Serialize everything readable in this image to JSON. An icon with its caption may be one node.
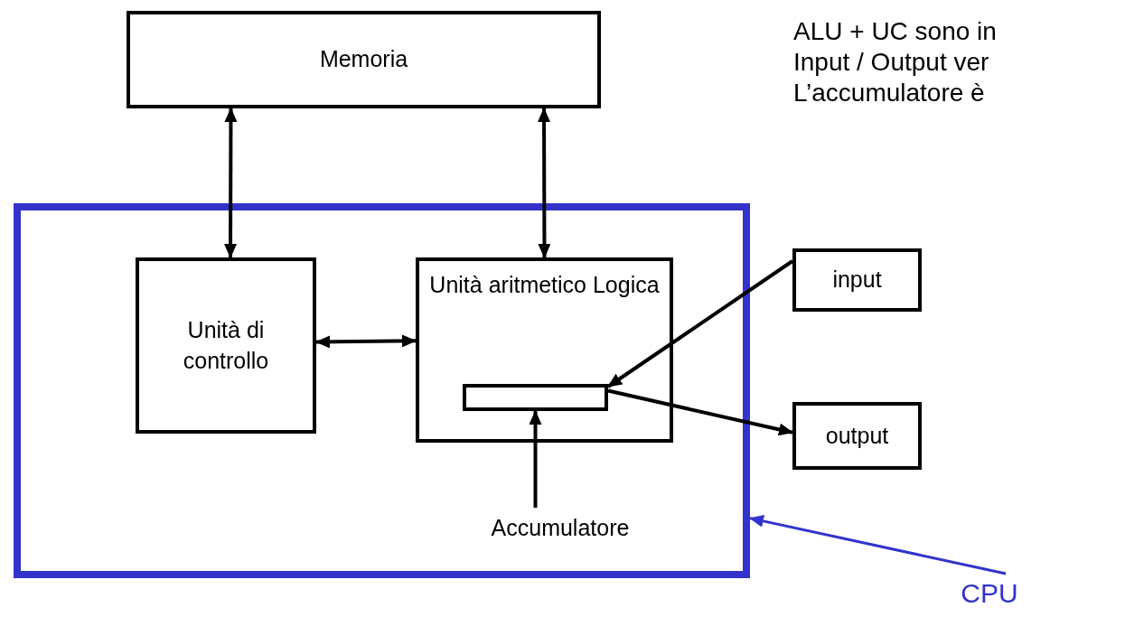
{
  "diagram": {
    "nodes": [
      {
        "text": [
          "Memoria"
        ]
      },
      {
        "text": [],
        "shape": "box"
      },
      {
        "text": [
          "Unità di controllo"
        ],
        "in": 1
      },
      {
        "text": [
          "Unità aritmetico Logica"
        ],
        "in": 1
      },
      {
        "text": [],
        "shape": "box",
        "in": 3
      },
      {
        "text": [
          "Accumulatore"
        ],
        "in": 1
      },
      {
        "text": [
          "input"
        ]
      },
      {
        "text": [
          "output"
        ]
      },
      {
        "text": [
          "CPU"
        ]
      }
    ],
    "edges": [
      {
        "from": 0,
        "to": 2,
        "arrow": "both"
      },
      {
        "from": 0,
        "to": 3,
        "arrow": "both"
      },
      {
        "from": 2,
        "to": 3,
        "arrow": "both"
      },
      {
        "from": 6,
        "to": 4,
        "arrow": "to"
      },
      {
        "from": 4,
        "to": 7,
        "arrow": "to"
      },
      {
        "from": 5,
        "to": 4,
        "arrow": "to"
      },
      {
        "from": 8,
        "to": 1,
        "arrow": "to",
        "color": "#3333cc"
      }
    ],
    "labels": [
      "ALU + UC sono in",
      "Input / Output ver",
      "L’accumulatore è"
    ]
  }
}
